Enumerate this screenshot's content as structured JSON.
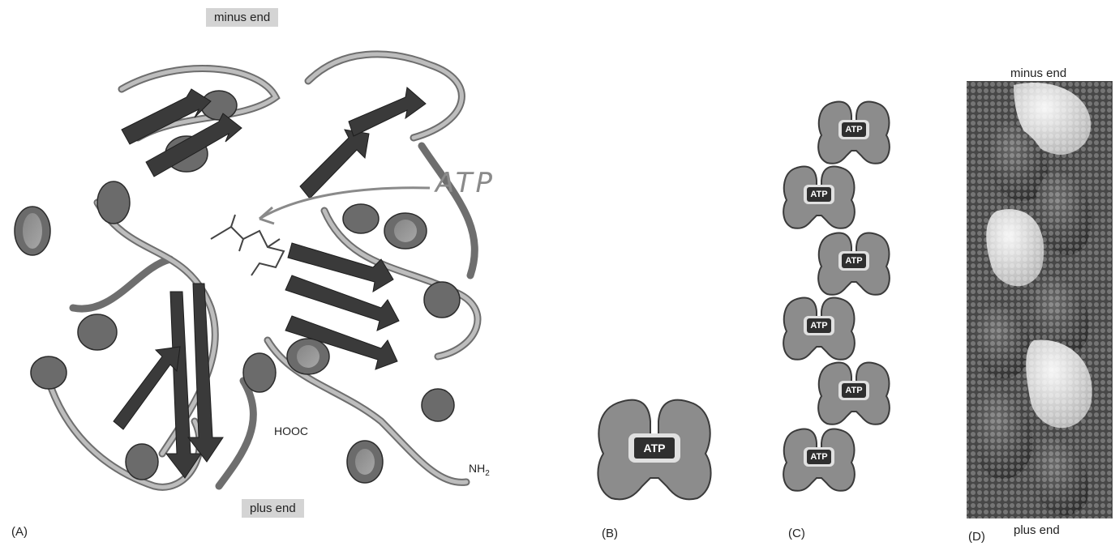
{
  "panelA": {
    "label": "(A)",
    "top_label": "minus end",
    "bottom_label": "plus end",
    "annotation": "ATP",
    "cterm": "HOOC",
    "nterm_main": "NH",
    "nterm_sub": "2"
  },
  "panelB": {
    "label": "(B)",
    "nucleotide": "ATP"
  },
  "panelC": {
    "label": "(C)",
    "subunits": [
      {
        "nucleotide": "ATP"
      },
      {
        "nucleotide": "ATP"
      },
      {
        "nucleotide": "ATP"
      },
      {
        "nucleotide": "ATP"
      },
      {
        "nucleotide": "ATP"
      },
      {
        "nucleotide": "ATP"
      }
    ]
  },
  "panelD": {
    "label": "(D)",
    "top_label": "minus end",
    "bottom_label": "plus end"
  },
  "colors": {
    "subunit_fill": "#8c8c8c",
    "subunit_stroke": "#3a3a3a",
    "atp_box": "#2f2f2f",
    "label_box": "#d4d4d4"
  }
}
